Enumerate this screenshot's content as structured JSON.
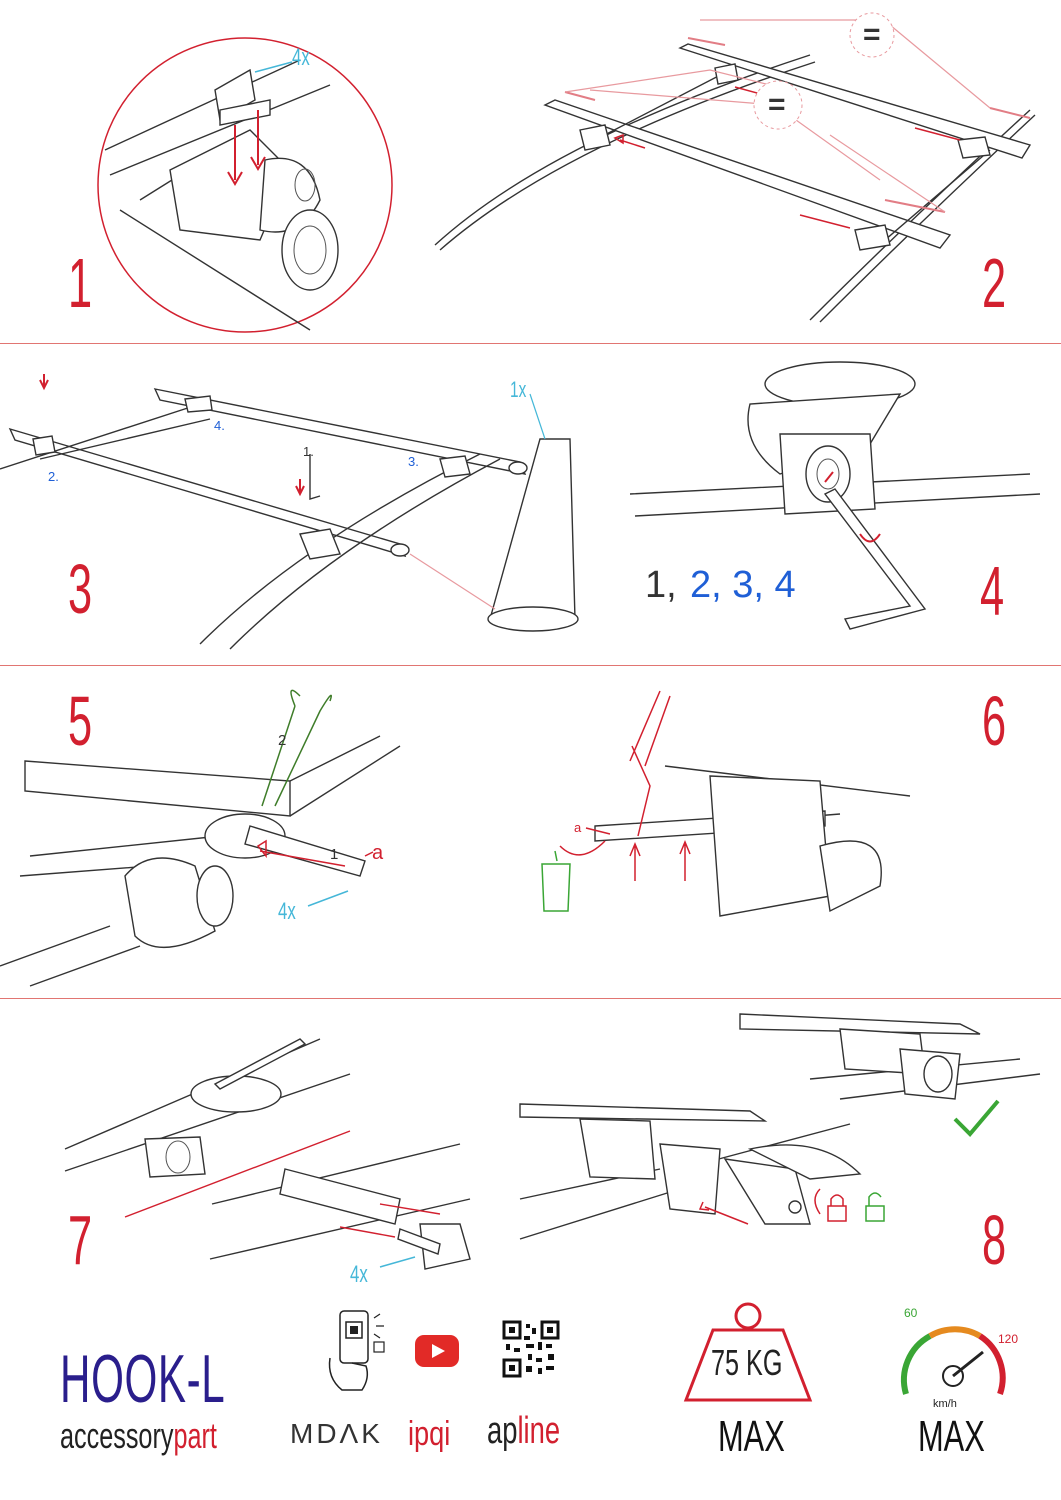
{
  "steps": [
    {
      "number": "1",
      "label_qty": "4x"
    },
    {
      "number": "2",
      "label_equal_a": "=",
      "label_equal_b": "="
    },
    {
      "number": "3",
      "label_qty": "1x",
      "sub_1": "1.",
      "sub_2": "2.",
      "sub_3": "3.",
      "sub_4": "4."
    },
    {
      "number": "4",
      "order_first": "1,",
      "order_rest": "2, 3, 4"
    },
    {
      "number": "5",
      "label_qty": "4x",
      "label_1": "1",
      "label_2": "2",
      "label_a": "a"
    },
    {
      "number": "6",
      "label_a": "a"
    },
    {
      "number": "7",
      "label_qty": "4x"
    },
    {
      "number": "8"
    }
  ],
  "footer": {
    "product_name": "HOOK-L",
    "brand_accessory_part1": "accessory",
    "brand_accessory_part2": "part",
    "brand_mdak": "MDΛK",
    "brand_ipqi": "ipqi",
    "brand_apline_part1": "ap",
    "brand_apline_part2": "line",
    "weight_label": "75 KG",
    "weight_max": "MAX",
    "speed_60": "60",
    "speed_120": "120",
    "speed_unit": "km/h",
    "speed_max": "MAX"
  },
  "colors": {
    "step_red": "#d2202f",
    "accent_cyan": "#45b7d8",
    "accent_blue": "#1f5fd6",
    "brand_navy": "#2a1e8c",
    "check_green": "#3aa635",
    "scissors_green": "#3f7d2a"
  }
}
